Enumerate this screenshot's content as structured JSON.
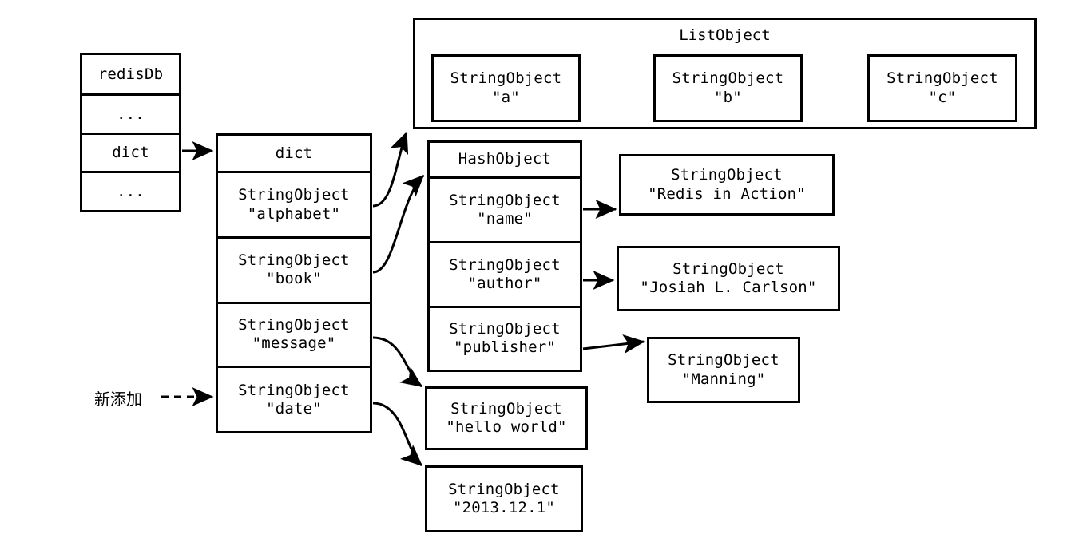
{
  "diagram": {
    "title_hidden": "",
    "annotation": {
      "new_added_label": "新添加"
    },
    "redisdb": {
      "name": "redisDb",
      "rows": [
        {
          "label": "redisDb"
        },
        {
          "label": "..."
        },
        {
          "label": "dict"
        },
        {
          "label": "..."
        }
      ]
    },
    "dict": {
      "header": "dict",
      "entries": [
        {
          "type": "StringObject",
          "value": "\"alphabet\""
        },
        {
          "type": "StringObject",
          "value": "\"book\""
        },
        {
          "type": "StringObject",
          "value": "\"message\""
        },
        {
          "type": "StringObject",
          "value": "\"date\""
        }
      ]
    },
    "list_object": {
      "title": "ListObject",
      "nodes": [
        {
          "type": "StringObject",
          "value": "\"a\""
        },
        {
          "type": "StringObject",
          "value": "\"b\""
        },
        {
          "type": "StringObject",
          "value": "\"c\""
        }
      ]
    },
    "hash_object": {
      "header": "HashObject",
      "fields": [
        {
          "type": "StringObject",
          "value": "\"name\""
        },
        {
          "type": "StringObject",
          "value": "\"author\""
        },
        {
          "type": "StringObject",
          "value": "\"publisher\""
        }
      ],
      "values": [
        {
          "type": "StringObject",
          "value": "\"Redis in Action\""
        },
        {
          "type": "StringObject",
          "value": "\"Josiah L. Carlson\""
        },
        {
          "type": "StringObject",
          "value": "\"Manning\""
        }
      ]
    },
    "standalone_values": [
      {
        "type": "StringObject",
        "value": "\"hello world\""
      },
      {
        "type": "StringObject",
        "value": "\"2013.12.1\""
      }
    ],
    "colors": {
      "stroke": "#000000",
      "background": "#ffffff",
      "text": "#000000"
    }
  }
}
